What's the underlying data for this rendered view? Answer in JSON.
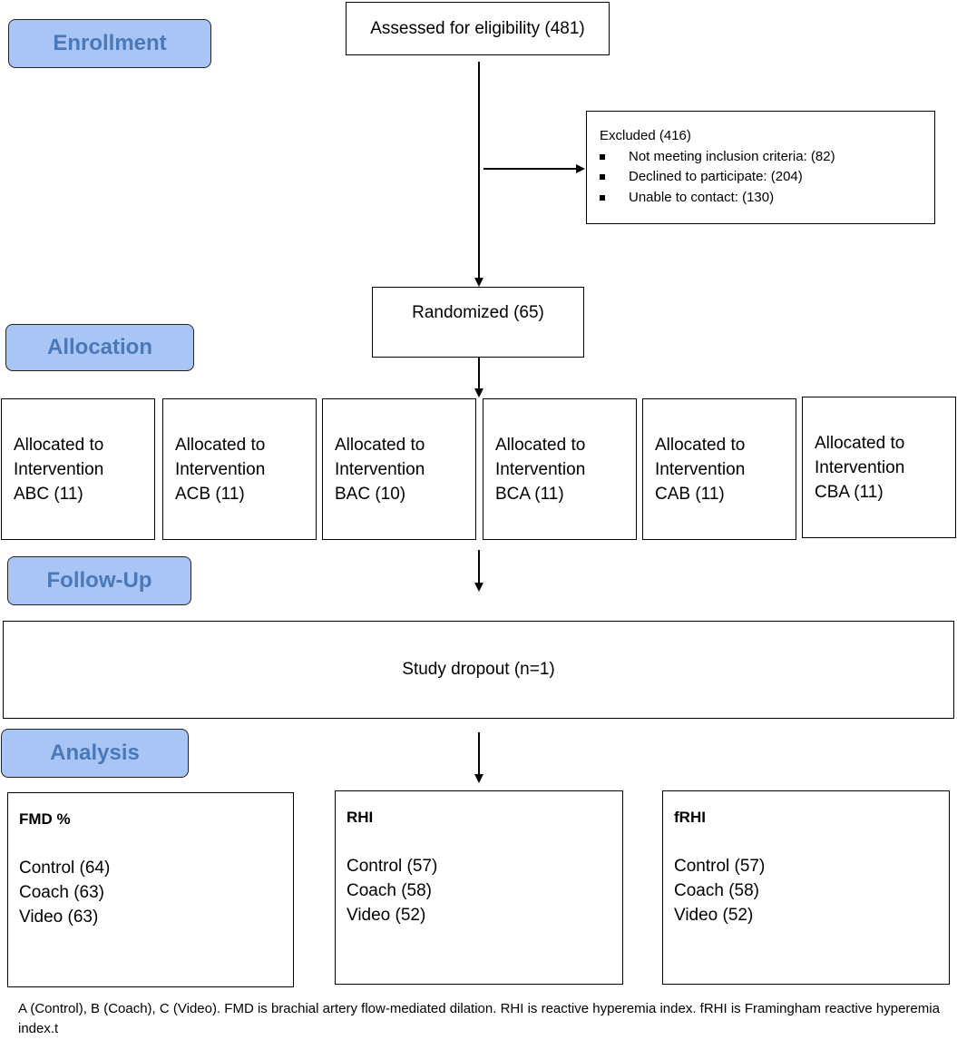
{
  "stages": {
    "enrollment": "Enrollment",
    "allocation": "Allocation",
    "follow_up": "Follow-Up",
    "analysis": "Analysis"
  },
  "assessed": "Assessed for eligibility (481)",
  "excluded": {
    "title": "Excluded (416)",
    "items": [
      "Not meeting inclusion criteria: (82)",
      "Declined to participate: (204)",
      "Unable to contact: (130)"
    ]
  },
  "randomized": "Randomized (65)",
  "allocation_groups": [
    {
      "line1": "Allocated to",
      "line2": "Intervention",
      "line3": "ABC (11)"
    },
    {
      "line1": "Allocated to",
      "line2": "Intervention",
      "line3": "ACB (11)"
    },
    {
      "line1": "Allocated to",
      "line2": "Intervention",
      "line3": "BAC (10)"
    },
    {
      "line1": "Allocated to",
      "line2": "Intervention",
      "line3": "BCA (11)"
    },
    {
      "line1": "Allocated to",
      "line2": "Intervention",
      "line3": "CAB (11)"
    },
    {
      "line1": "Allocated to",
      "line2": "Intervention",
      "line3": "CBA (11)"
    }
  ],
  "dropout": "Study dropout (n=1)",
  "analysis_groups": [
    {
      "header": "FMD %",
      "items": [
        "Control (64)",
        "Coach (63)",
        "Video (63)"
      ]
    },
    {
      "header": "RHI",
      "items": [
        "Control (57)",
        "Coach (58)",
        "Video (52)"
      ]
    },
    {
      "header": "fRHI",
      "items": [
        "Control (57)",
        "Coach (58)",
        "Video (52)"
      ]
    }
  ],
  "footnote": "A (Control), B (Coach), C (Video). FMD is brachial artery flow-mediated dilation. RHI is reactive hyperemia index. fRHI is Framingham reactive hyperemia index.t",
  "colors": {
    "stage_fill": "#a9c5f5",
    "stage_text": "#4a78b8"
  }
}
